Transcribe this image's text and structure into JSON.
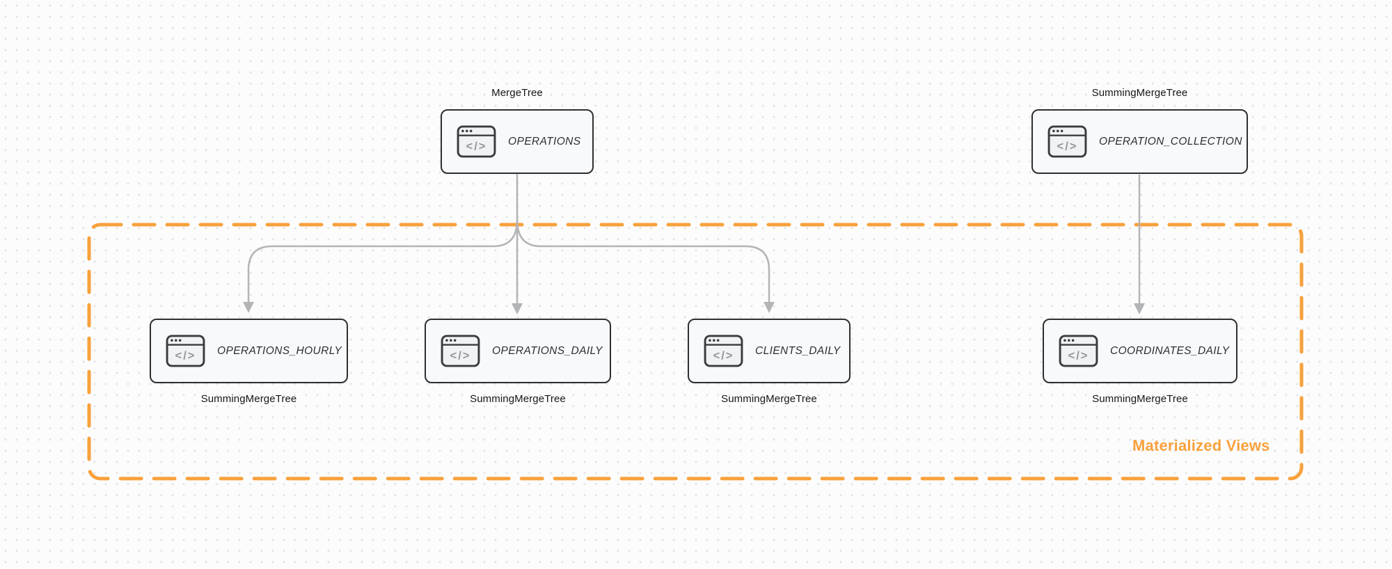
{
  "diagram": {
    "group_label": "Materialized Views",
    "icon_glyph": "</>",
    "nodes": {
      "operations": {
        "engine": "MergeTree",
        "title": "OPERATIONS"
      },
      "operation_collection": {
        "engine": "SummingMergeTree",
        "title": "OPERATION_COLLECTION"
      },
      "operations_hourly": {
        "engine": "SummingMergeTree",
        "title": "OPERATIONS_HOURLY"
      },
      "operations_daily": {
        "engine": "SummingMergeTree",
        "title": "OPERATIONS_DAILY"
      },
      "clients_daily": {
        "engine": "SummingMergeTree",
        "title": "CLIENTS_DAILY"
      },
      "coordinates_daily": {
        "engine": "SummingMergeTree",
        "title": "COORDINATES_DAILY"
      }
    },
    "colors": {
      "accent_orange": "#f8a13c",
      "arrow_gray": "#b3b4b6",
      "node_border": "#2e2f30",
      "node_fill": "#f8f9fa",
      "background": "#fcfcfd"
    }
  }
}
